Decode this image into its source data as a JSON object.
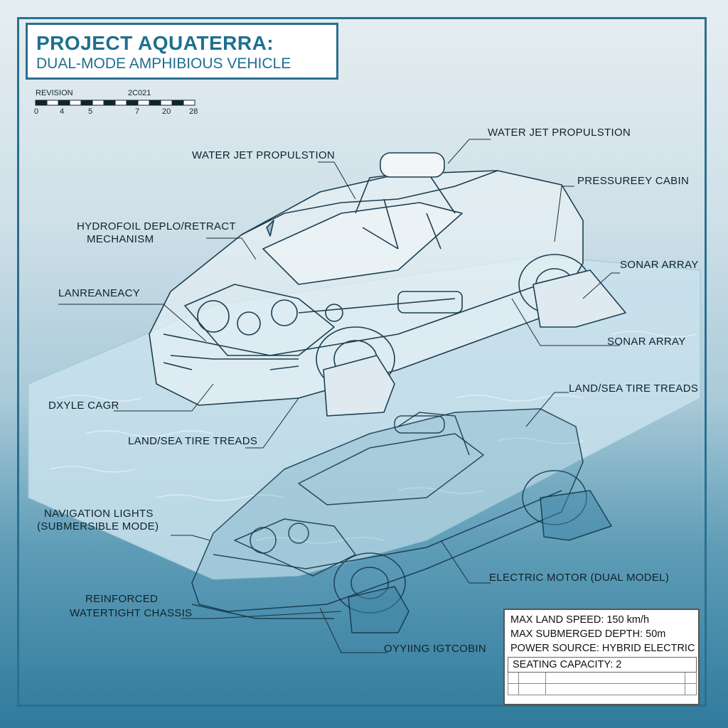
{
  "title": {
    "main": "PROJECT AQUATERRA:",
    "sub": "DUAL-MODE AMPHIBIOUS VEHICLE"
  },
  "revision": {
    "label": "REVISION",
    "code": "2C021",
    "ticks": [
      "0",
      "4",
      "5",
      "7",
      "20",
      "28"
    ]
  },
  "callouts": {
    "water_jet_left": "WATER JET PROPULSTION",
    "water_jet_right": "WATER JET PROPULSTION",
    "pressure_cabin": "PRESSUREEY CABIN",
    "hydrofoil_1": "HYDROFOIL DEPLO/RETRACT",
    "hydrofoil_2": "MECHANISM",
    "sonar_1": "SONAR ARRAY",
    "sonar_2": "SONAR ARRAY",
    "lanreaneacy": "LANREANEACY",
    "dxyle": "DXYLE CAGR",
    "tire_left": "LAND/SEA TIRE TREADS",
    "tire_right": "LAND/SEA TIRE TREADS",
    "nav_1": "NAVIGATION LIGHTS",
    "nav_2": "(SUBMERSIBLE MODE)",
    "electric_motor": "ELECTRIC MOTOR (DUAL MODEL)",
    "chassis_1": "REINFORCED",
    "chassis_2": "WATERTIGHT CHASSIS",
    "oxygen": "OYYIING IGTCOBIN"
  },
  "specs": {
    "land_speed": "MAX LAND SPEED: 150 km/h",
    "depth": "MAX SUBMERGED DEPTH: 50m",
    "power": "POWER SOURCE: HYBRID ELECTRIC",
    "seating": "SEATING CAPACITY: 2"
  },
  "colors": {
    "accent": "#2a6f90",
    "ink": "#10222b",
    "water_light": "#cfe4ec",
    "water_deep": "#2f7a9c"
  }
}
